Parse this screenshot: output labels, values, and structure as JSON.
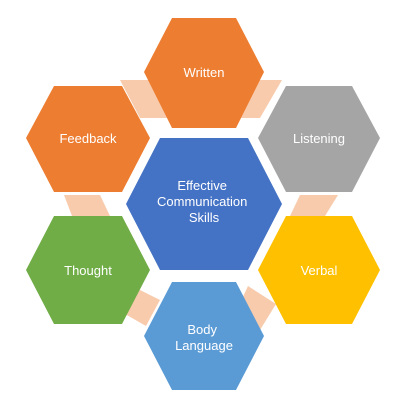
{
  "center": {
    "lines": [
      "Effective",
      "Communication",
      "Skills"
    ],
    "color": "#4472C4"
  },
  "petals": [
    {
      "key": "written",
      "lines": [
        "Written"
      ],
      "color": "#ED7D31"
    },
    {
      "key": "listening",
      "lines": [
        "Listening"
      ],
      "color": "#A5A5A5"
    },
    {
      "key": "verbal",
      "lines": [
        "Verbal"
      ],
      "color": "#FFC000"
    },
    {
      "key": "body",
      "lines": [
        "Body",
        "Language"
      ],
      "color": "#5B9BD5"
    },
    {
      "key": "thought",
      "lines": [
        "Thought"
      ],
      "color": "#70AD47"
    },
    {
      "key": "feedback",
      "lines": [
        "Feedback"
      ],
      "color": "#ED7D31"
    }
  ],
  "connector_color": "#F8CBAD"
}
